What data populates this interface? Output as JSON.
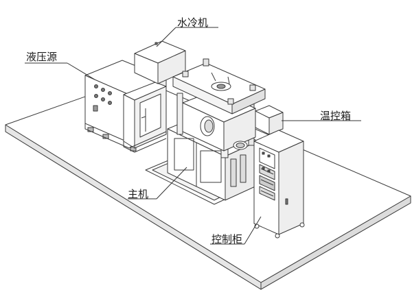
{
  "labels": {
    "water_chiller": "水冷机",
    "hydraulic_source": "液压源",
    "temperature_box": "温控箱",
    "main_unit": "主机",
    "control_cabinet": "控制柜"
  },
  "colors": {
    "stroke": "#3a3a3a",
    "fill": "#ffffff",
    "shade": "#e9e9e9",
    "dark": "#555555"
  }
}
